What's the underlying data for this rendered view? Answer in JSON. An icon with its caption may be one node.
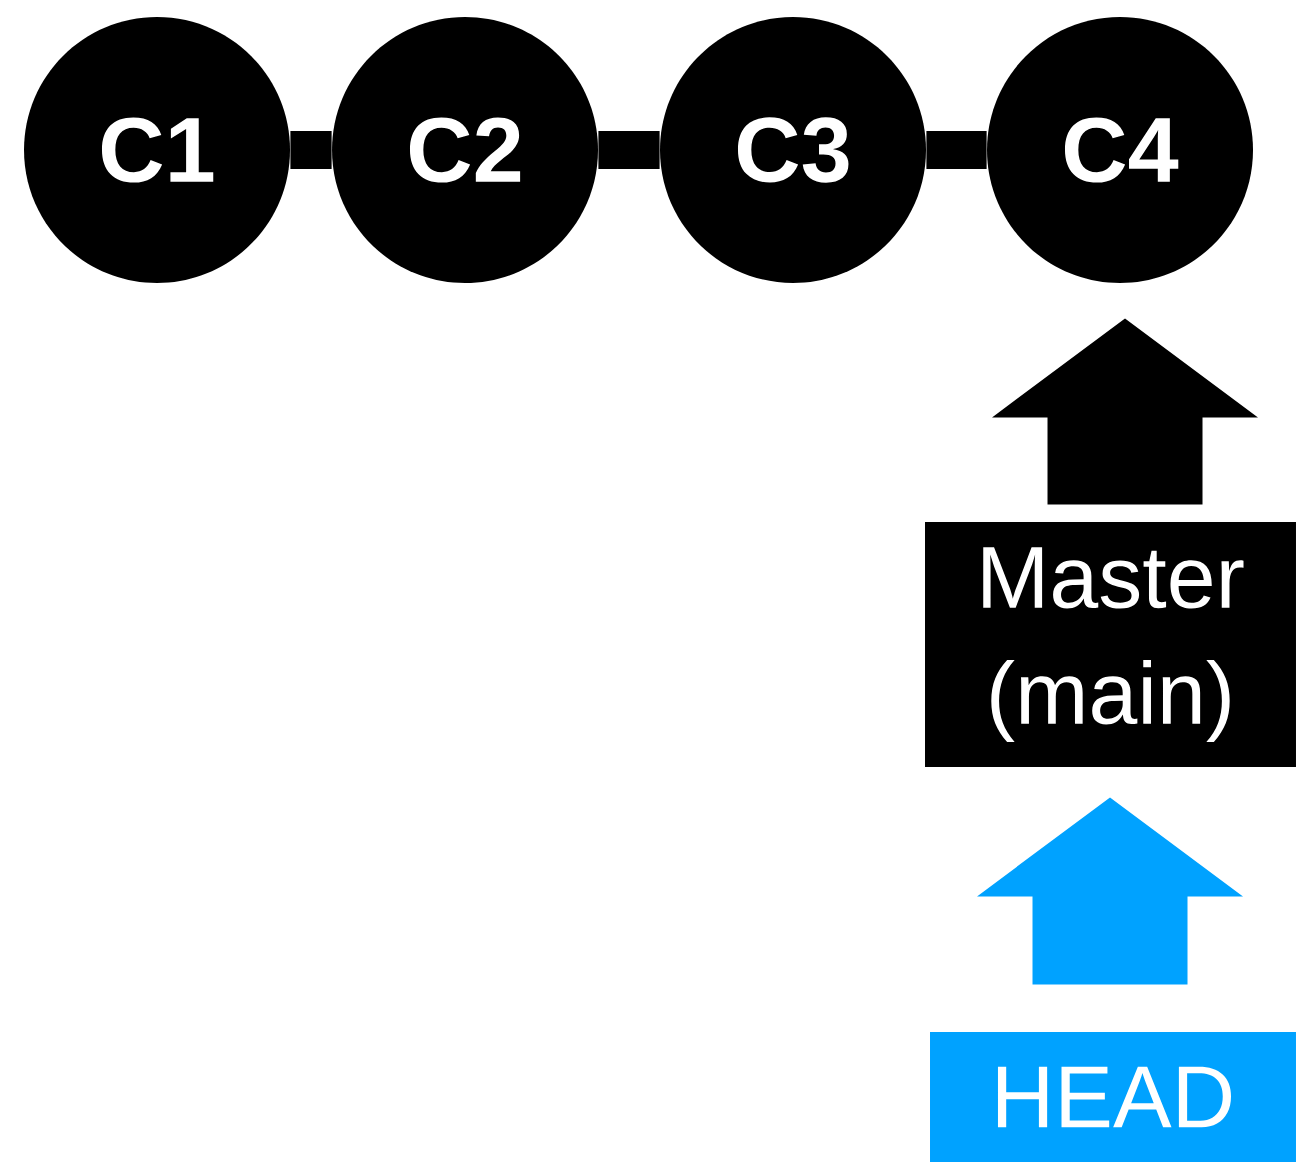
{
  "diagram": {
    "nodes": [
      {
        "text": [
          "C1"
        ]
      },
      {
        "text": [
          "C2"
        ]
      },
      {
        "text": [
          "C3"
        ]
      },
      {
        "text": [
          "C4"
        ]
      },
      {
        "text": [
          "Master (main)"
        ]
      },
      {
        "text": [
          "HEAD"
        ]
      }
    ],
    "edges": [
      {
        "from": 0,
        "to": 1,
        "arrow": "none"
      },
      {
        "from": 1,
        "to": 2,
        "arrow": "none"
      },
      {
        "from": 2,
        "to": 3,
        "arrow": "none"
      },
      {
        "from": 4,
        "to": 3,
        "arrow": "to",
        "style": "thick"
      },
      {
        "from": 5,
        "to": 4,
        "arrow": "to",
        "style": "thick",
        "color": "#00a2ff"
      }
    ]
  }
}
